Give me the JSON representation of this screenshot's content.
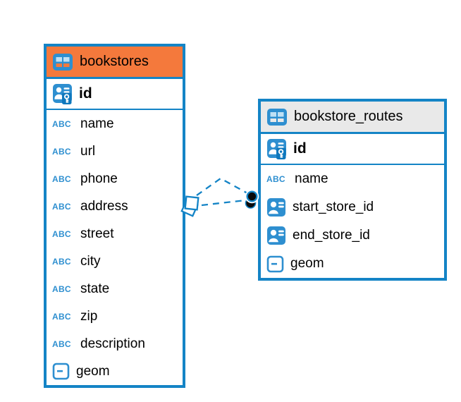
{
  "diagram": {
    "accent_color": "#1484c6",
    "icon_blue": "#2e8fd0",
    "tables": [
      {
        "name": "bookstores",
        "header_bg": "#f4793c",
        "id_column": {
          "name": "id",
          "icon": "primary-key"
        },
        "columns": [
          {
            "name": "name",
            "icon": "text"
          },
          {
            "name": "url",
            "icon": "text"
          },
          {
            "name": "phone",
            "icon": "text"
          },
          {
            "name": "address",
            "icon": "text"
          },
          {
            "name": "street",
            "icon": "text"
          },
          {
            "name": "city",
            "icon": "text"
          },
          {
            "name": "state",
            "icon": "text"
          },
          {
            "name": "zip",
            "icon": "text"
          },
          {
            "name": "description",
            "icon": "text"
          },
          {
            "name": "geom",
            "icon": "object"
          }
        ]
      },
      {
        "name": "bookstore_routes",
        "header_bg": "#e9e9e9",
        "id_column": {
          "name": "id",
          "icon": "primary-key"
        },
        "columns": [
          {
            "name": "name",
            "icon": "text"
          },
          {
            "name": "start_store_id",
            "icon": "reference"
          },
          {
            "name": "end_store_id",
            "icon": "reference"
          },
          {
            "name": "geom",
            "icon": "object"
          }
        ]
      }
    ],
    "icons": {
      "text_type_label": "ABC"
    },
    "relationship": {
      "from_table": "bookstores",
      "to_table": "bookstore_routes",
      "line_style": "dashed",
      "line_color": "#1484c6",
      "endpoint_color": "#000000"
    }
  }
}
